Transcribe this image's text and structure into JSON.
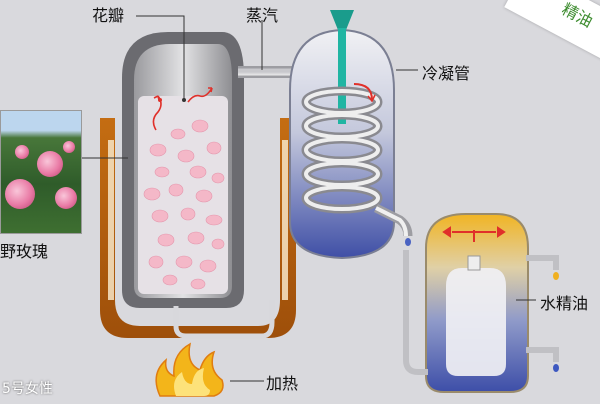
{
  "labels": {
    "petals": "花瓣",
    "steam": "蒸汽",
    "condenser": "冷凝管",
    "wild_rose": "野玫瑰",
    "hydrolat_oil": "水精油",
    "heating": "加热"
  },
  "watermark": "5号女性",
  "corner_text": "精油"
}
